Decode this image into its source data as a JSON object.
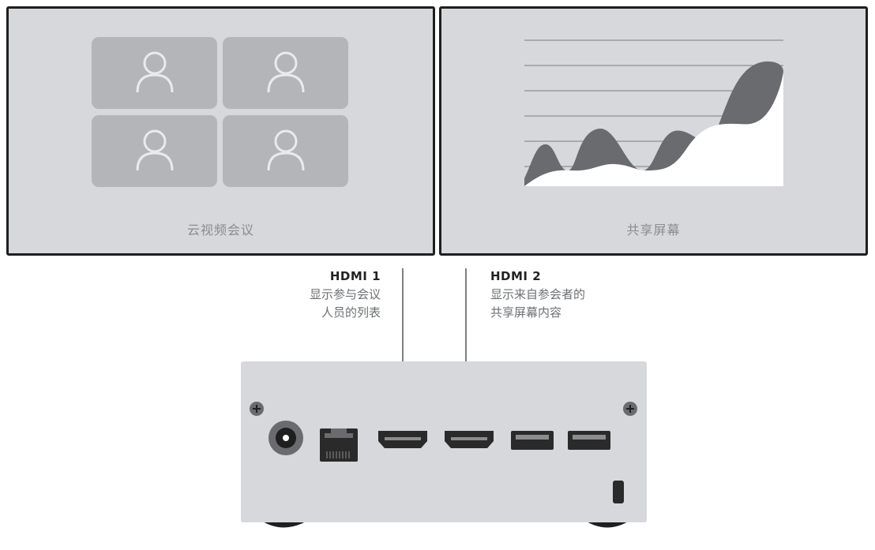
{
  "screens": {
    "left": {
      "caption": "云视频会议",
      "tile_icon": "person-icon",
      "tile_count": 4
    },
    "right": {
      "caption": "共享屏幕",
      "chart_icon": "area-chart-illustration"
    }
  },
  "labels": {
    "hdmi1": {
      "title": "HDMI 1",
      "desc_line1": "显示参与会议",
      "desc_line2": "人员的列表"
    },
    "hdmi2": {
      "title": "HDMI 2",
      "desc_line1": "显示来自参会者的",
      "desc_line2": "共享屏幕内容"
    }
  },
  "device": {
    "ports": [
      "power-port",
      "ethernet-port",
      "hdmi-port-1",
      "hdmi-port-2",
      "usb-port-1",
      "usb-port-2",
      "lock-slot"
    ]
  },
  "colors": {
    "screen_bg": "#d6d8db",
    "screen_border": "#1f1f1f",
    "tile": "#b3b5b9",
    "chart_dark": "#6a6b6e",
    "device_body": "#d6d8db",
    "port": "#2a2a2a"
  }
}
